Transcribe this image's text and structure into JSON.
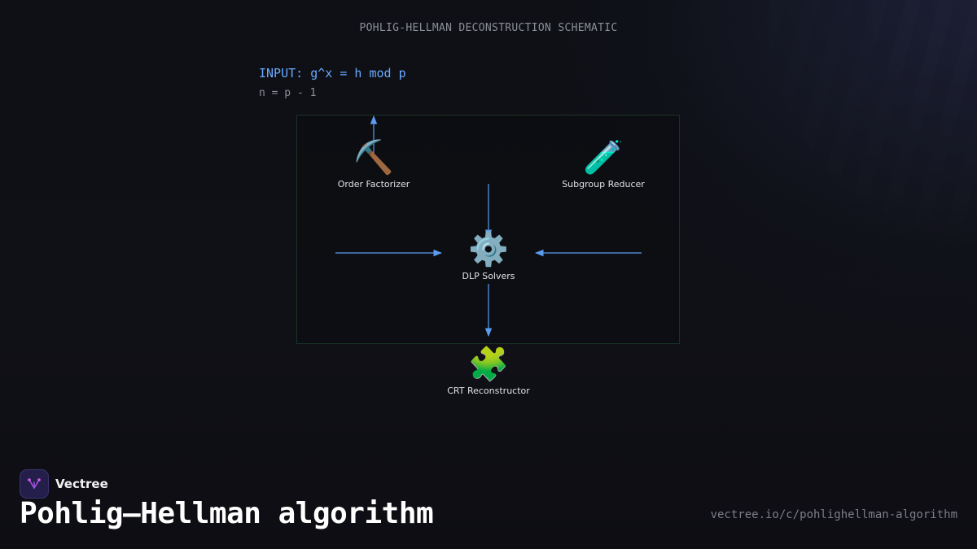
{
  "diagram": {
    "schematic_title": "POHLIG-HELLMAN DECONSTRUCTION SCHEMATIC",
    "input_equation": "INPUT: g^x = h mod p",
    "input_modulus": "n = p - 1",
    "nodes": [
      {
        "id": "order-factorizer",
        "label": "Order Factorizer",
        "icon": "pick-icon",
        "glyph": "⛏️"
      },
      {
        "id": "subgroup-reducer",
        "label": "Subgroup Reducer",
        "icon": "test-tube-icon",
        "glyph": "🧪"
      },
      {
        "id": "dlp-solvers",
        "label": "DLP Solvers",
        "icon": "gear-icon",
        "glyph": "⚙️"
      },
      {
        "id": "crt-reconstructor",
        "label": "CRT Reconstructor",
        "icon": "puzzle-piece-icon",
        "glyph": "🧩"
      }
    ],
    "edges": [
      {
        "from": "order-factorizer",
        "to": "input"
      },
      {
        "from": "order-factorizer",
        "to": "dlp-solvers"
      },
      {
        "from": "subgroup-reducer",
        "to": "dlp-solvers"
      },
      {
        "from": "top",
        "to": "dlp-solvers"
      },
      {
        "from": "dlp-solvers",
        "to": "crt-reconstructor"
      }
    ],
    "colors": {
      "edge": "#5b9cf0",
      "frame_border": "#1a3325",
      "input_text": "#6aa9ff"
    }
  },
  "brand": {
    "name": "Vectree",
    "logo_icon": "vectree-logo-icon"
  },
  "page": {
    "title": "Pohlig–Hellman algorithm",
    "url": "vectree.io/c/pohlighellman-algorithm"
  }
}
